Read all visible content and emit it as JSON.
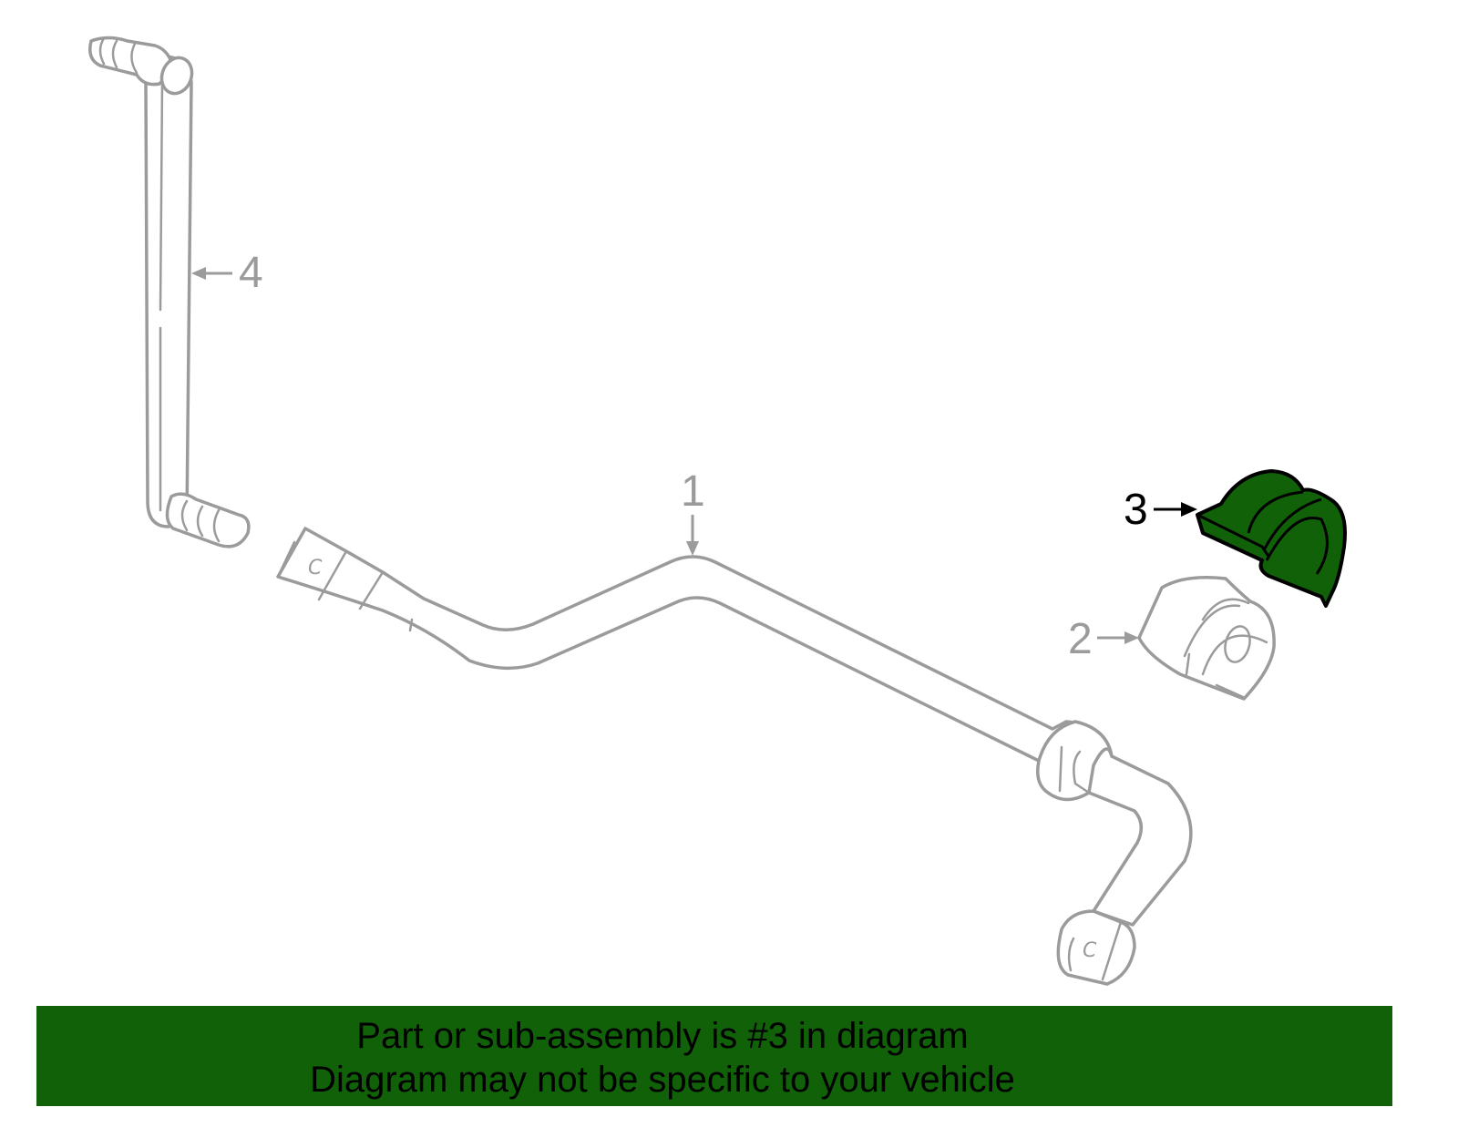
{
  "diagram": {
    "callouts": [
      {
        "label": "1",
        "part": "stabilizer-bar"
      },
      {
        "label": "2",
        "part": "bushing"
      },
      {
        "label": "3",
        "part": "bushing-highlighted"
      },
      {
        "label": "4",
        "part": "stabilizer-link"
      }
    ],
    "highlight_color": "#116109",
    "line_color": "#9b9b9b"
  },
  "banner": {
    "line1": "Part or sub-assembly is #3 in diagram",
    "line2": "Diagram may not be specific to your vehicle",
    "background": "#116109"
  }
}
